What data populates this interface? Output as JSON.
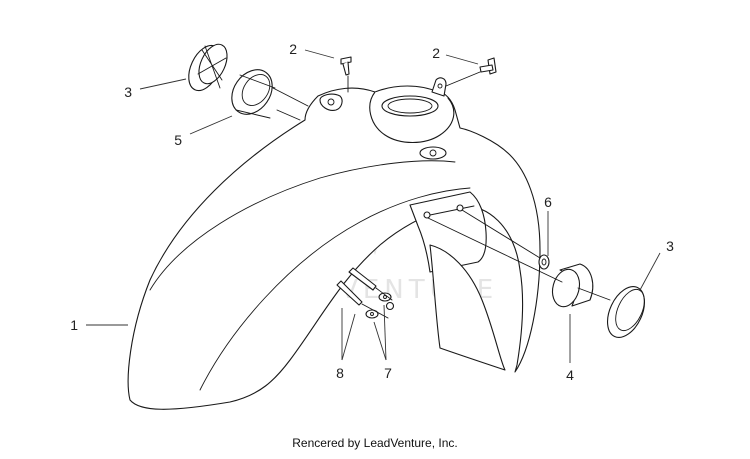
{
  "watermark": {
    "text": "LEADVENTURE"
  },
  "callouts": [
    {
      "id": "1",
      "label": "1"
    },
    {
      "id": "2a",
      "label": "2"
    },
    {
      "id": "2b",
      "label": "2"
    },
    {
      "id": "3a",
      "label": "3"
    },
    {
      "id": "3b",
      "label": "3"
    },
    {
      "id": "4",
      "label": "4"
    },
    {
      "id": "5",
      "label": "5"
    },
    {
      "id": "6",
      "label": "6"
    },
    {
      "id": "7",
      "label": "7"
    },
    {
      "id": "8",
      "label": "8"
    }
  ],
  "footer": {
    "credit": "Rencered by LeadVenture, Inc."
  }
}
